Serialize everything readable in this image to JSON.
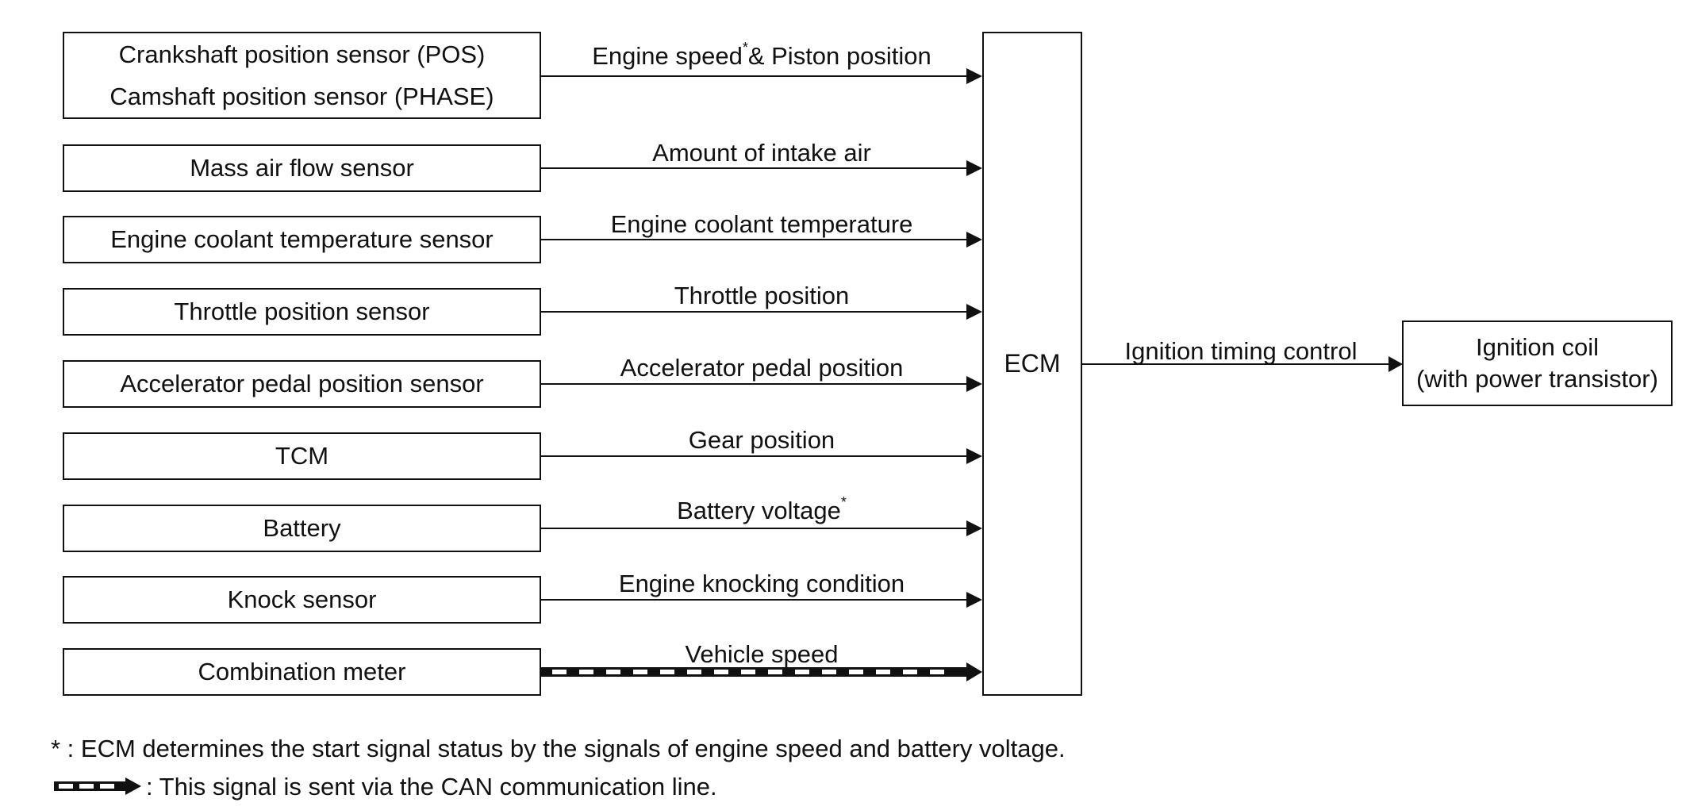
{
  "inputs": [
    {
      "box": [
        "Crankshaft position sensor (POS)",
        "Camshaft position sensor (PHASE)"
      ],
      "signal": "Engine speed",
      "signal_mark": "*",
      "signal_rest": "& Piston position",
      "can": false
    },
    {
      "box": [
        "Mass air flow sensor"
      ],
      "signal": "Amount of intake air",
      "can": false
    },
    {
      "box": [
        "Engine coolant temperature sensor"
      ],
      "signal": "Engine coolant temperature",
      "can": false
    },
    {
      "box": [
        "Throttle position sensor"
      ],
      "signal": "Throttle position",
      "can": false
    },
    {
      "box": [
        "Accelerator pedal position sensor"
      ],
      "signal": "Accelerator pedal position",
      "can": false
    },
    {
      "box": [
        "TCM"
      ],
      "signal": "Gear position",
      "can": false
    },
    {
      "box": [
        "Battery"
      ],
      "signal": "Battery voltage",
      "signal_mark": "*",
      "can": false
    },
    {
      "box": [
        "Knock sensor"
      ],
      "signal": "Engine knocking condition",
      "can": false
    },
    {
      "box": [
        "Combination meter"
      ],
      "signal": "Vehicle speed",
      "can": true
    }
  ],
  "ecm": {
    "label": "ECM"
  },
  "output": {
    "signal": "Ignition timing control",
    "box": [
      "Ignition coil",
      "(with power transistor)"
    ]
  },
  "footnotes": {
    "star": "* : ECM determines the start signal status by the signals of engine speed and battery voltage.",
    "can": ": This signal is sent via the CAN communication line."
  }
}
